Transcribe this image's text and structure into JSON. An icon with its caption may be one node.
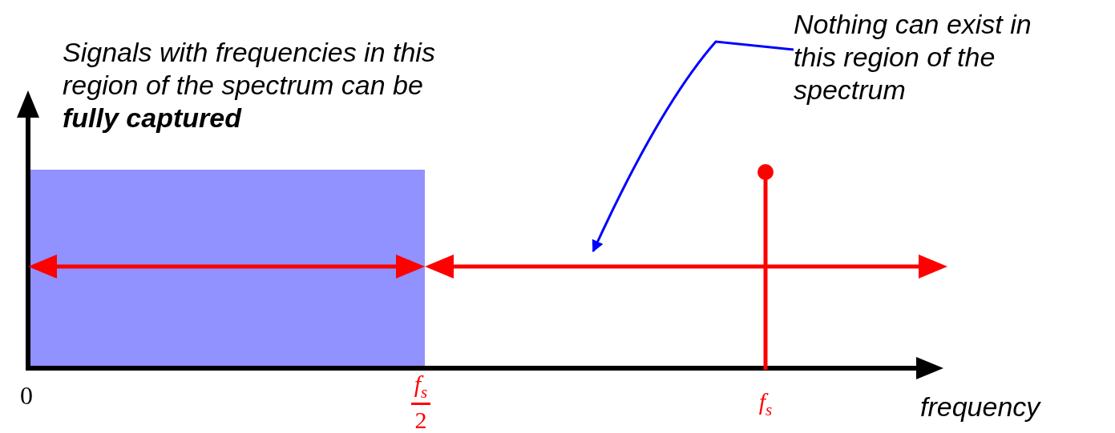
{
  "diagram": {
    "nodes": [
      {
        "text": [
          "Nothing can exist in this region of the spectrum"
        ]
      },
      {
        "text": [],
        "shape": "arrow"
      },
      {
        "text": [],
        "shape": "arrow"
      }
    ],
    "edges": [
      {
        "from": 0,
        "to": 2,
        "arrow": "to"
      }
    ],
    "labels": [
      "Signals with frequencies in this region of the spectrum can be **fully captured**",
      "0",
      "f$_{s}$",
      "2",
      "f$_{s}$",
      "frequency"
    ]
  }
}
